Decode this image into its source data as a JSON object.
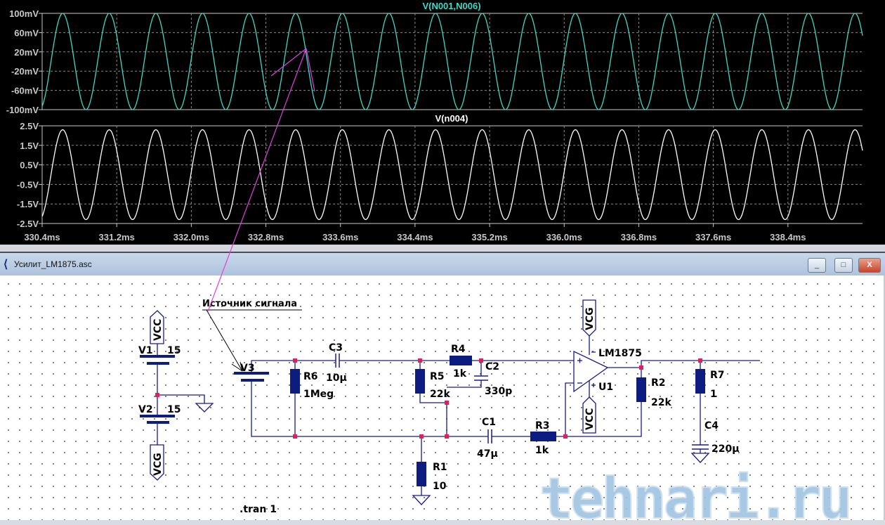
{
  "plot_window": {
    "trace_colors": {
      "top": "#40d8c4",
      "bottom": "#ffffff",
      "grid": "#8a8a8a",
      "axis": "#c8c8c8"
    }
  },
  "chart_data": [
    {
      "type": "line",
      "title": "V(N001,N006)",
      "xlabel": "",
      "ylabel": "",
      "x_ticks": [
        "330.4ms",
        "331.2ms",
        "332.0ms",
        "332.8ms",
        "333.6ms",
        "334.4ms",
        "335.2ms",
        "336.0ms",
        "336.8ms",
        "337.6ms",
        "338.4ms"
      ],
      "y_ticks": [
        "100mV",
        "60mV",
        "20mV",
        "-20mV",
        "-60mV",
        "-100mV"
      ],
      "xlim_ms": [
        330.4,
        339.2
      ],
      "ylim": [
        -0.1,
        0.1
      ],
      "series": [
        {
          "name": "V(N001,N006)",
          "waveform": "sine",
          "amplitude": 0.1,
          "period_ms": 0.5,
          "first_peak_ms": 330.62
        }
      ],
      "grid": true
    },
    {
      "type": "line",
      "title": "V(n004)",
      "xlabel": "",
      "ylabel": "",
      "x_ticks": [
        "330.4ms",
        "331.2ms",
        "332.0ms",
        "332.8ms",
        "333.6ms",
        "334.4ms",
        "335.2ms",
        "336.0ms",
        "336.8ms",
        "337.6ms",
        "338.4ms"
      ],
      "y_ticks": [
        "2.5V",
        "1.5V",
        "0.5V",
        "-0.5V",
        "-1.5V",
        "-2.5V"
      ],
      "xlim_ms": [
        330.4,
        339.2
      ],
      "ylim": [
        -2.5,
        2.5
      ],
      "series": [
        {
          "name": "V(n004)",
          "waveform": "sine",
          "amplitude": 2.3,
          "period_ms": 0.5,
          "first_peak_ms": 330.62
        }
      ],
      "grid": true
    }
  ],
  "window": {
    "title": "Усилит_LM1875.asc",
    "icon": "ltspice-schematic-icon",
    "minimize": "_",
    "restore": "□",
    "close": "X"
  },
  "schematic": {
    "annotation": "Источник сигнала",
    "directive": ".tran 1",
    "flags": {
      "vcc1": "VCC",
      "vcg1": "VCG",
      "vcg2": "VCG",
      "vcc2": "VCC"
    },
    "components": {
      "V1": {
        "name": "V1",
        "value": "15"
      },
      "V2": {
        "name": "V2",
        "value": "15"
      },
      "V3": {
        "name": "V3"
      },
      "R6": {
        "name": "R6",
        "value": "1Meg"
      },
      "C3": {
        "name": "C3",
        "value": "10µ"
      },
      "R5": {
        "name": "R5",
        "value": "22k"
      },
      "R4": {
        "name": "R4",
        "value": "1k"
      },
      "C2": {
        "name": "C2",
        "value": "330p"
      },
      "C1": {
        "name": "C1",
        "value": "47µ"
      },
      "R1": {
        "name": "R1",
        "value": "10"
      },
      "R3": {
        "name": "R3",
        "value": "1k"
      },
      "U1": {
        "name": "U1",
        "value": "LM1875"
      },
      "R2": {
        "name": "R2",
        "value": "22k"
      },
      "R7": {
        "name": "R7",
        "value": "1"
      },
      "C4": {
        "name": "C4",
        "value": "220µ"
      }
    },
    "colors": {
      "wire": "#1a1a8c",
      "component": "#0c1c80",
      "node": "#e0205a",
      "probe_line": "#e040e0"
    }
  },
  "watermark": "tehnari.ru"
}
